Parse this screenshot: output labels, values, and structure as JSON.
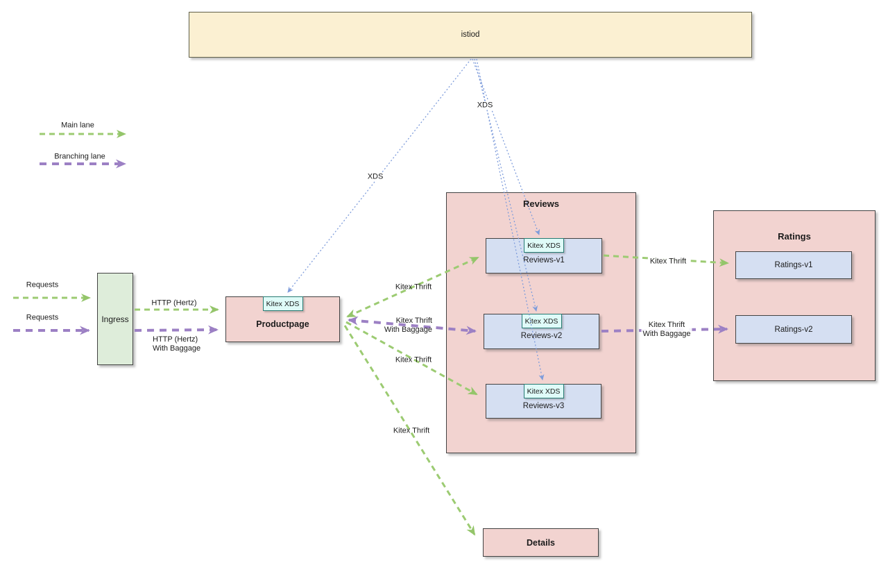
{
  "legend": {
    "main_lane": "Main lane",
    "branching_lane": "Branching lane"
  },
  "nodes": {
    "istiod": "istiod",
    "ingress": "Ingress",
    "productpage": "Productpage",
    "reviews_group": "Reviews",
    "reviews_v1": "Reviews-v1",
    "reviews_v2": "Reviews-v2",
    "reviews_v3": "Reviews-v3",
    "ratings_group": "Ratings",
    "ratings_v1": "Ratings-v1",
    "ratings_v2": "Ratings-v2",
    "details": "Details",
    "sidecar_badge": "Kitex XDS"
  },
  "edges": {
    "requests": "Requests",
    "http_hertz": "HTTP (Hertz)",
    "with_baggage": "With Baggage",
    "kitex_thrift": "Kitex Thrift",
    "xds": "XDS"
  },
  "colors": {
    "istiod_fill": "#FBF0D2",
    "group_fill": "#F2D3D0",
    "service_fill": "#D5DFF2",
    "ingress_fill": "#DEEDDA",
    "badge_fill": "#DFFBF8",
    "badge_border": "#267a72",
    "main_lane_green": "#9CCB72",
    "branching_lane_purple": "#9C80C4",
    "xds_line_blue": "#7E9CDB"
  }
}
